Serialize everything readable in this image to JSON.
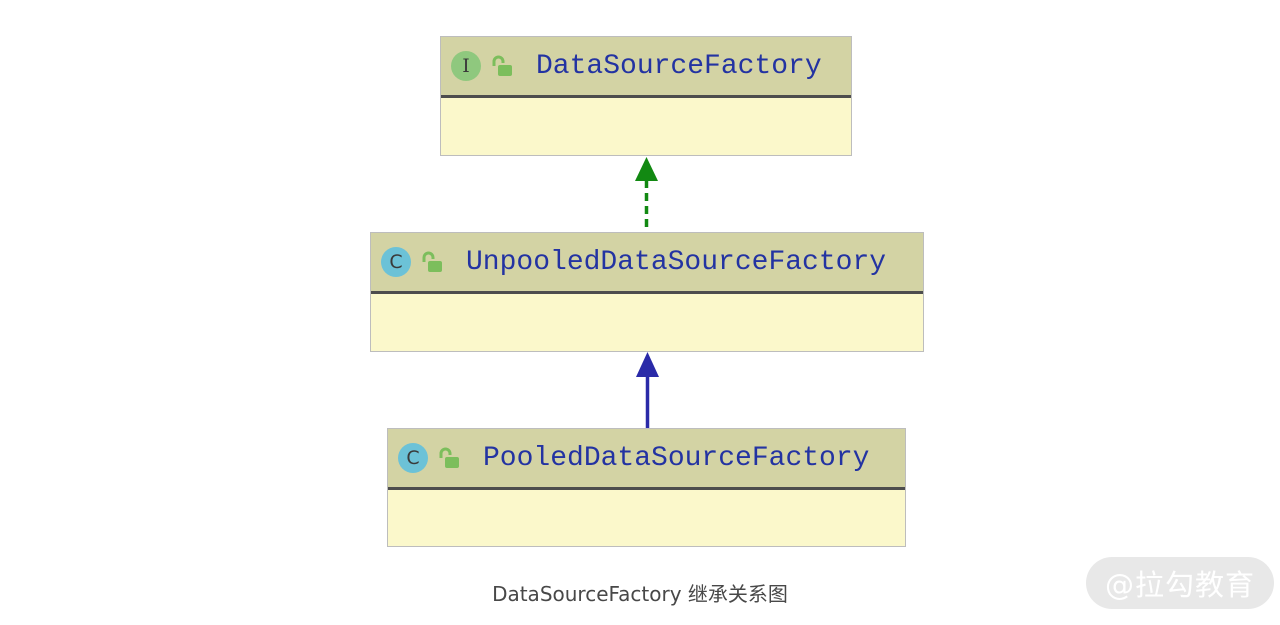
{
  "diagram": {
    "caption": "DataSourceFactory 继承关系图",
    "watermark": "@拉勾教育",
    "nodes": [
      {
        "name": "DataSourceFactory",
        "kind": "interface",
        "badge": "I",
        "badge_icon": "interface-badge-icon",
        "lock_icon": "unlock-icon"
      },
      {
        "name": "UnpooledDataSourceFactory",
        "kind": "class",
        "badge": "C",
        "badge_icon": "class-badge-icon",
        "lock_icon": "unlock-icon"
      },
      {
        "name": "PooledDataSourceFactory",
        "kind": "class",
        "badge": "C",
        "badge_icon": "class-badge-icon",
        "lock_icon": "unlock-icon"
      }
    ],
    "edges": [
      {
        "from": "UnpooledDataSourceFactory",
        "to": "DataSourceFactory",
        "relation": "implements",
        "line_style": "dashed",
        "color": "#128912"
      },
      {
        "from": "PooledDataSourceFactory",
        "to": "UnpooledDataSourceFactory",
        "relation": "extends",
        "line_style": "solid",
        "color": "#2a2aa8"
      }
    ],
    "colors": {
      "header_bg": "#d3d3a4",
      "body_bg": "#fbf8cb",
      "border": "#bdbdbd",
      "divider": "#4d4d4d",
      "title_text": "#2333a2",
      "interface_badge_bg": "#8fc87e",
      "class_badge_bg": "#6cc2d7",
      "badge_text": "#3a3a3a",
      "lock": "#7cbe5c",
      "implements_arrow": "#128912",
      "extends_arrow": "#2a2aa8",
      "caption_text": "#484848",
      "watermark_bg": "#e8e8e8",
      "watermark_text": "#ffffff"
    }
  }
}
